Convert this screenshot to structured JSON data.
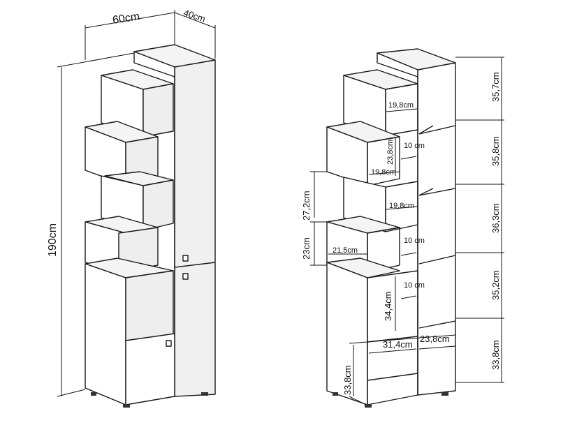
{
  "left_view": {
    "width_label": "60cm",
    "depth_label": "40cm",
    "height_label": "190cm"
  },
  "right_view": {
    "compartment_heights": [
      "35,7cm",
      "35,8cm",
      "36,3cm",
      "35,2cm",
      "33,8cm"
    ],
    "left_heights": [
      "27,2cm",
      "23cm"
    ],
    "shelf_widths": [
      "19,8cm",
      "19,8cm",
      "19,8cm",
      "21,5cm"
    ],
    "inner_heights": [
      "23,8cm",
      "34,4cm"
    ],
    "inner_depths": [
      "10 cm",
      "10 cm",
      "10 cm"
    ],
    "base_widths": [
      "31,4cm",
      "23,8cm"
    ],
    "base_height": "33,8cm"
  }
}
